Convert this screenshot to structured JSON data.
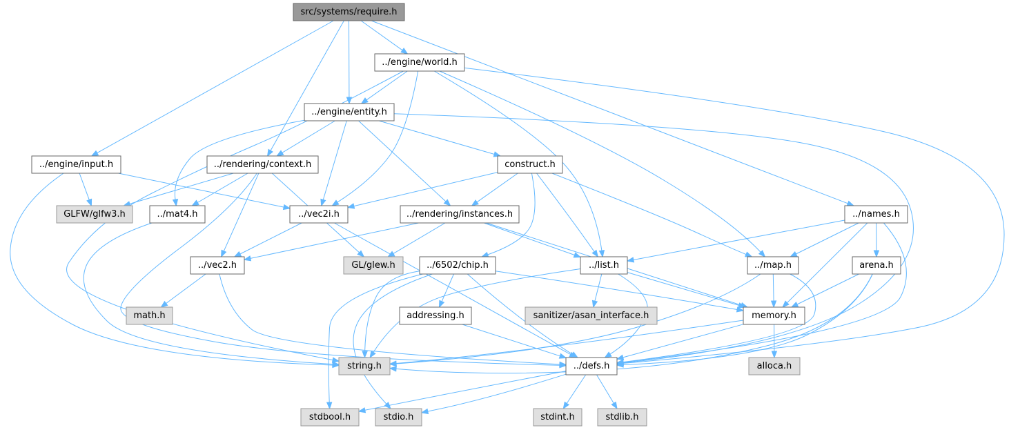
{
  "graph": {
    "title": "src/systems/require.h",
    "nodes": [
      {
        "id": "require",
        "label": "src/systems/require.h",
        "kind": "root"
      },
      {
        "id": "world",
        "label": "../engine/world.h",
        "kind": "local"
      },
      {
        "id": "entity",
        "label": "../engine/entity.h",
        "kind": "local"
      },
      {
        "id": "input",
        "label": "../engine/input.h",
        "kind": "local"
      },
      {
        "id": "context",
        "label": "../rendering/context.h",
        "kind": "local"
      },
      {
        "id": "construct",
        "label": "construct.h",
        "kind": "local"
      },
      {
        "id": "glfw",
        "label": "GLFW/glfw3.h",
        "kind": "system"
      },
      {
        "id": "mat4",
        "label": "../mat4.h",
        "kind": "local"
      },
      {
        "id": "vec2i",
        "label": "../vec2i.h",
        "kind": "local"
      },
      {
        "id": "instances",
        "label": "../rendering/instances.h",
        "kind": "local"
      },
      {
        "id": "names",
        "label": "../names.h",
        "kind": "local"
      },
      {
        "id": "vec2",
        "label": "../vec2.h",
        "kind": "local"
      },
      {
        "id": "glew",
        "label": "GL/glew.h",
        "kind": "system"
      },
      {
        "id": "chip",
        "label": "../6502/chip.h",
        "kind": "local"
      },
      {
        "id": "list",
        "label": "../list.h",
        "kind": "local"
      },
      {
        "id": "map",
        "label": "../map.h",
        "kind": "local"
      },
      {
        "id": "arena",
        "label": "arena.h",
        "kind": "local"
      },
      {
        "id": "math",
        "label": "math.h",
        "kind": "system"
      },
      {
        "id": "addressing",
        "label": "addressing.h",
        "kind": "local"
      },
      {
        "id": "asan",
        "label": "sanitizer/asan_interface.h",
        "kind": "system"
      },
      {
        "id": "memory",
        "label": "memory.h",
        "kind": "local"
      },
      {
        "id": "string",
        "label": "string.h",
        "kind": "system"
      },
      {
        "id": "defs",
        "label": "../defs.h",
        "kind": "local"
      },
      {
        "id": "alloca",
        "label": "alloca.h",
        "kind": "system"
      },
      {
        "id": "stdbool",
        "label": "stdbool.h",
        "kind": "system"
      },
      {
        "id": "stdio",
        "label": "stdio.h",
        "kind": "system"
      },
      {
        "id": "stdint",
        "label": "stdint.h",
        "kind": "system"
      },
      {
        "id": "stdlib",
        "label": "stdlib.h",
        "kind": "system"
      }
    ],
    "edges": [
      [
        "require",
        "input"
      ],
      [
        "require",
        "context"
      ],
      [
        "require",
        "entity"
      ],
      [
        "require",
        "world"
      ],
      [
        "require",
        "names"
      ],
      [
        "world",
        "entity"
      ],
      [
        "world",
        "string"
      ],
      [
        "world",
        "vec2i"
      ],
      [
        "world",
        "list"
      ],
      [
        "world",
        "map"
      ],
      [
        "world",
        "defs"
      ],
      [
        "entity",
        "mat4"
      ],
      [
        "entity",
        "context"
      ],
      [
        "entity",
        "vec2i"
      ],
      [
        "entity",
        "instances"
      ],
      [
        "entity",
        "construct"
      ],
      [
        "entity",
        "defs"
      ],
      [
        "input",
        "glfw"
      ],
      [
        "input",
        "vec2i"
      ],
      [
        "input",
        "string"
      ],
      [
        "context",
        "glfw"
      ],
      [
        "context",
        "mat4"
      ],
      [
        "context",
        "vec2"
      ],
      [
        "context",
        "glew"
      ],
      [
        "context",
        "defs"
      ],
      [
        "construct",
        "vec2i"
      ],
      [
        "construct",
        "instances"
      ],
      [
        "construct",
        "chip"
      ],
      [
        "construct",
        "list"
      ],
      [
        "construct",
        "map"
      ],
      [
        "mat4",
        "string"
      ],
      [
        "vec2i",
        "vec2"
      ],
      [
        "vec2i",
        "defs"
      ],
      [
        "instances",
        "vec2"
      ],
      [
        "instances",
        "glew"
      ],
      [
        "instances",
        "list"
      ],
      [
        "instances",
        "memory"
      ],
      [
        "names",
        "list"
      ],
      [
        "names",
        "map"
      ],
      [
        "names",
        "arena"
      ],
      [
        "names",
        "memory"
      ],
      [
        "names",
        "defs"
      ],
      [
        "vec2",
        "math"
      ],
      [
        "vec2",
        "defs"
      ],
      [
        "chip",
        "addressing"
      ],
      [
        "chip",
        "string"
      ],
      [
        "chip",
        "defs"
      ],
      [
        "chip",
        "memory"
      ],
      [
        "chip",
        "stdbool"
      ],
      [
        "chip",
        "stdio"
      ],
      [
        "list",
        "asan"
      ],
      [
        "list",
        "memory"
      ],
      [
        "list",
        "string"
      ],
      [
        "list",
        "defs"
      ],
      [
        "map",
        "memory"
      ],
      [
        "map",
        "string"
      ],
      [
        "map",
        "defs"
      ],
      [
        "arena",
        "memory"
      ],
      [
        "arena",
        "string"
      ],
      [
        "arena",
        "defs"
      ],
      [
        "addressing",
        "defs"
      ],
      [
        "memory",
        "alloca"
      ],
      [
        "memory",
        "string"
      ],
      [
        "memory",
        "defs"
      ],
      [
        "defs",
        "stdbool"
      ],
      [
        "defs",
        "stdio"
      ],
      [
        "defs",
        "stdint"
      ],
      [
        "defs",
        "stdlib"
      ]
    ],
    "colors": {
      "edge": "#63b8ff",
      "root_fill": "#999999",
      "local_fill": "#ffffff",
      "system_fill": "#e0e0e0",
      "border": "#666666"
    }
  }
}
